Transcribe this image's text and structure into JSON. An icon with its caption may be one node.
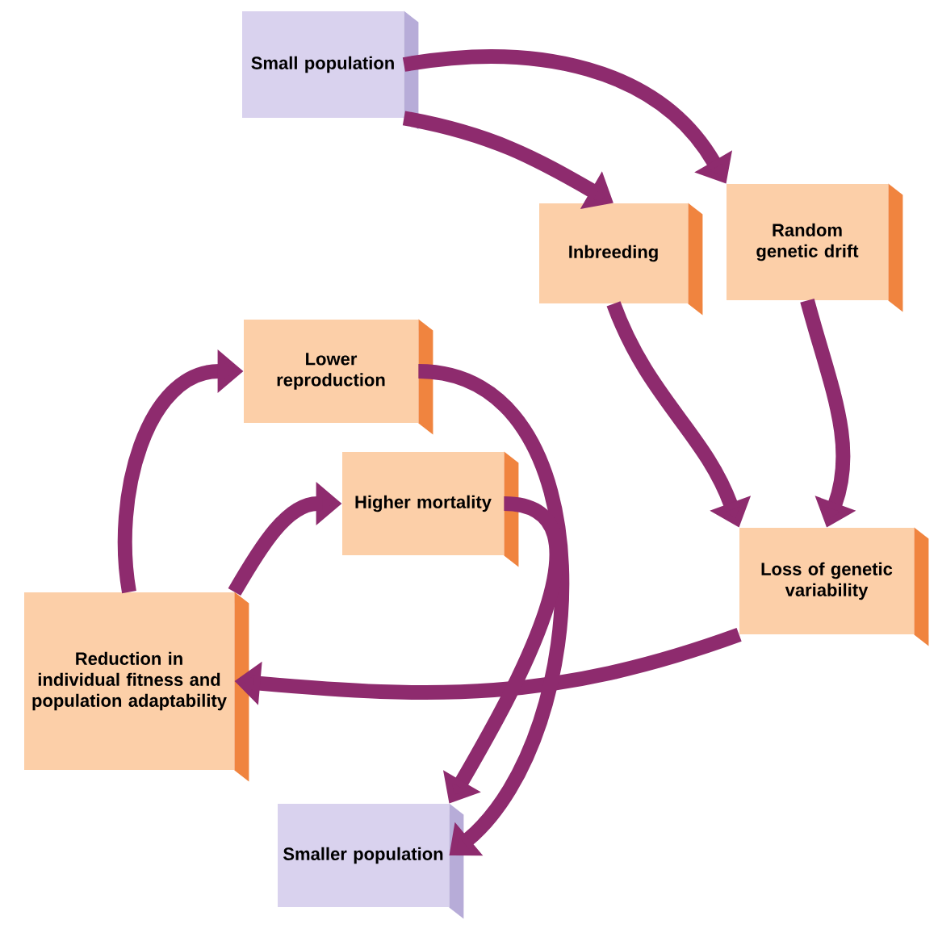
{
  "diagram": {
    "nodes": [
      {
        "text": [
          "Small population"
        ]
      },
      {
        "text": [
          "Inbreeding"
        ]
      },
      {
        "text": [
          "Random genetic drift"
        ]
      },
      {
        "text": [
          "Lower reproduction"
        ]
      },
      {
        "text": [
          "Higher mortality"
        ]
      },
      {
        "text": [
          "Loss of genetic variability"
        ]
      },
      {
        "text": [
          "Reduction in individual fitness and population adaptability"
        ]
      },
      {
        "text": [
          "Smaller population"
        ]
      }
    ],
    "edges": [
      {
        "from": 0,
        "to": 1,
        "arrow": "to"
      },
      {
        "from": 0,
        "to": 2,
        "arrow": "to"
      },
      {
        "from": 1,
        "to": 5,
        "arrow": "to"
      },
      {
        "from": 2,
        "to": 5,
        "arrow": "to"
      },
      {
        "from": 5,
        "to": 6,
        "arrow": "to"
      },
      {
        "from": 6,
        "to": 3,
        "arrow": "to"
      },
      {
        "from": 6,
        "to": 4,
        "arrow": "to"
      },
      {
        "from": 3,
        "to": 7,
        "arrow": "to"
      },
      {
        "from": 4,
        "to": 7,
        "arrow": "to"
      }
    ]
  }
}
